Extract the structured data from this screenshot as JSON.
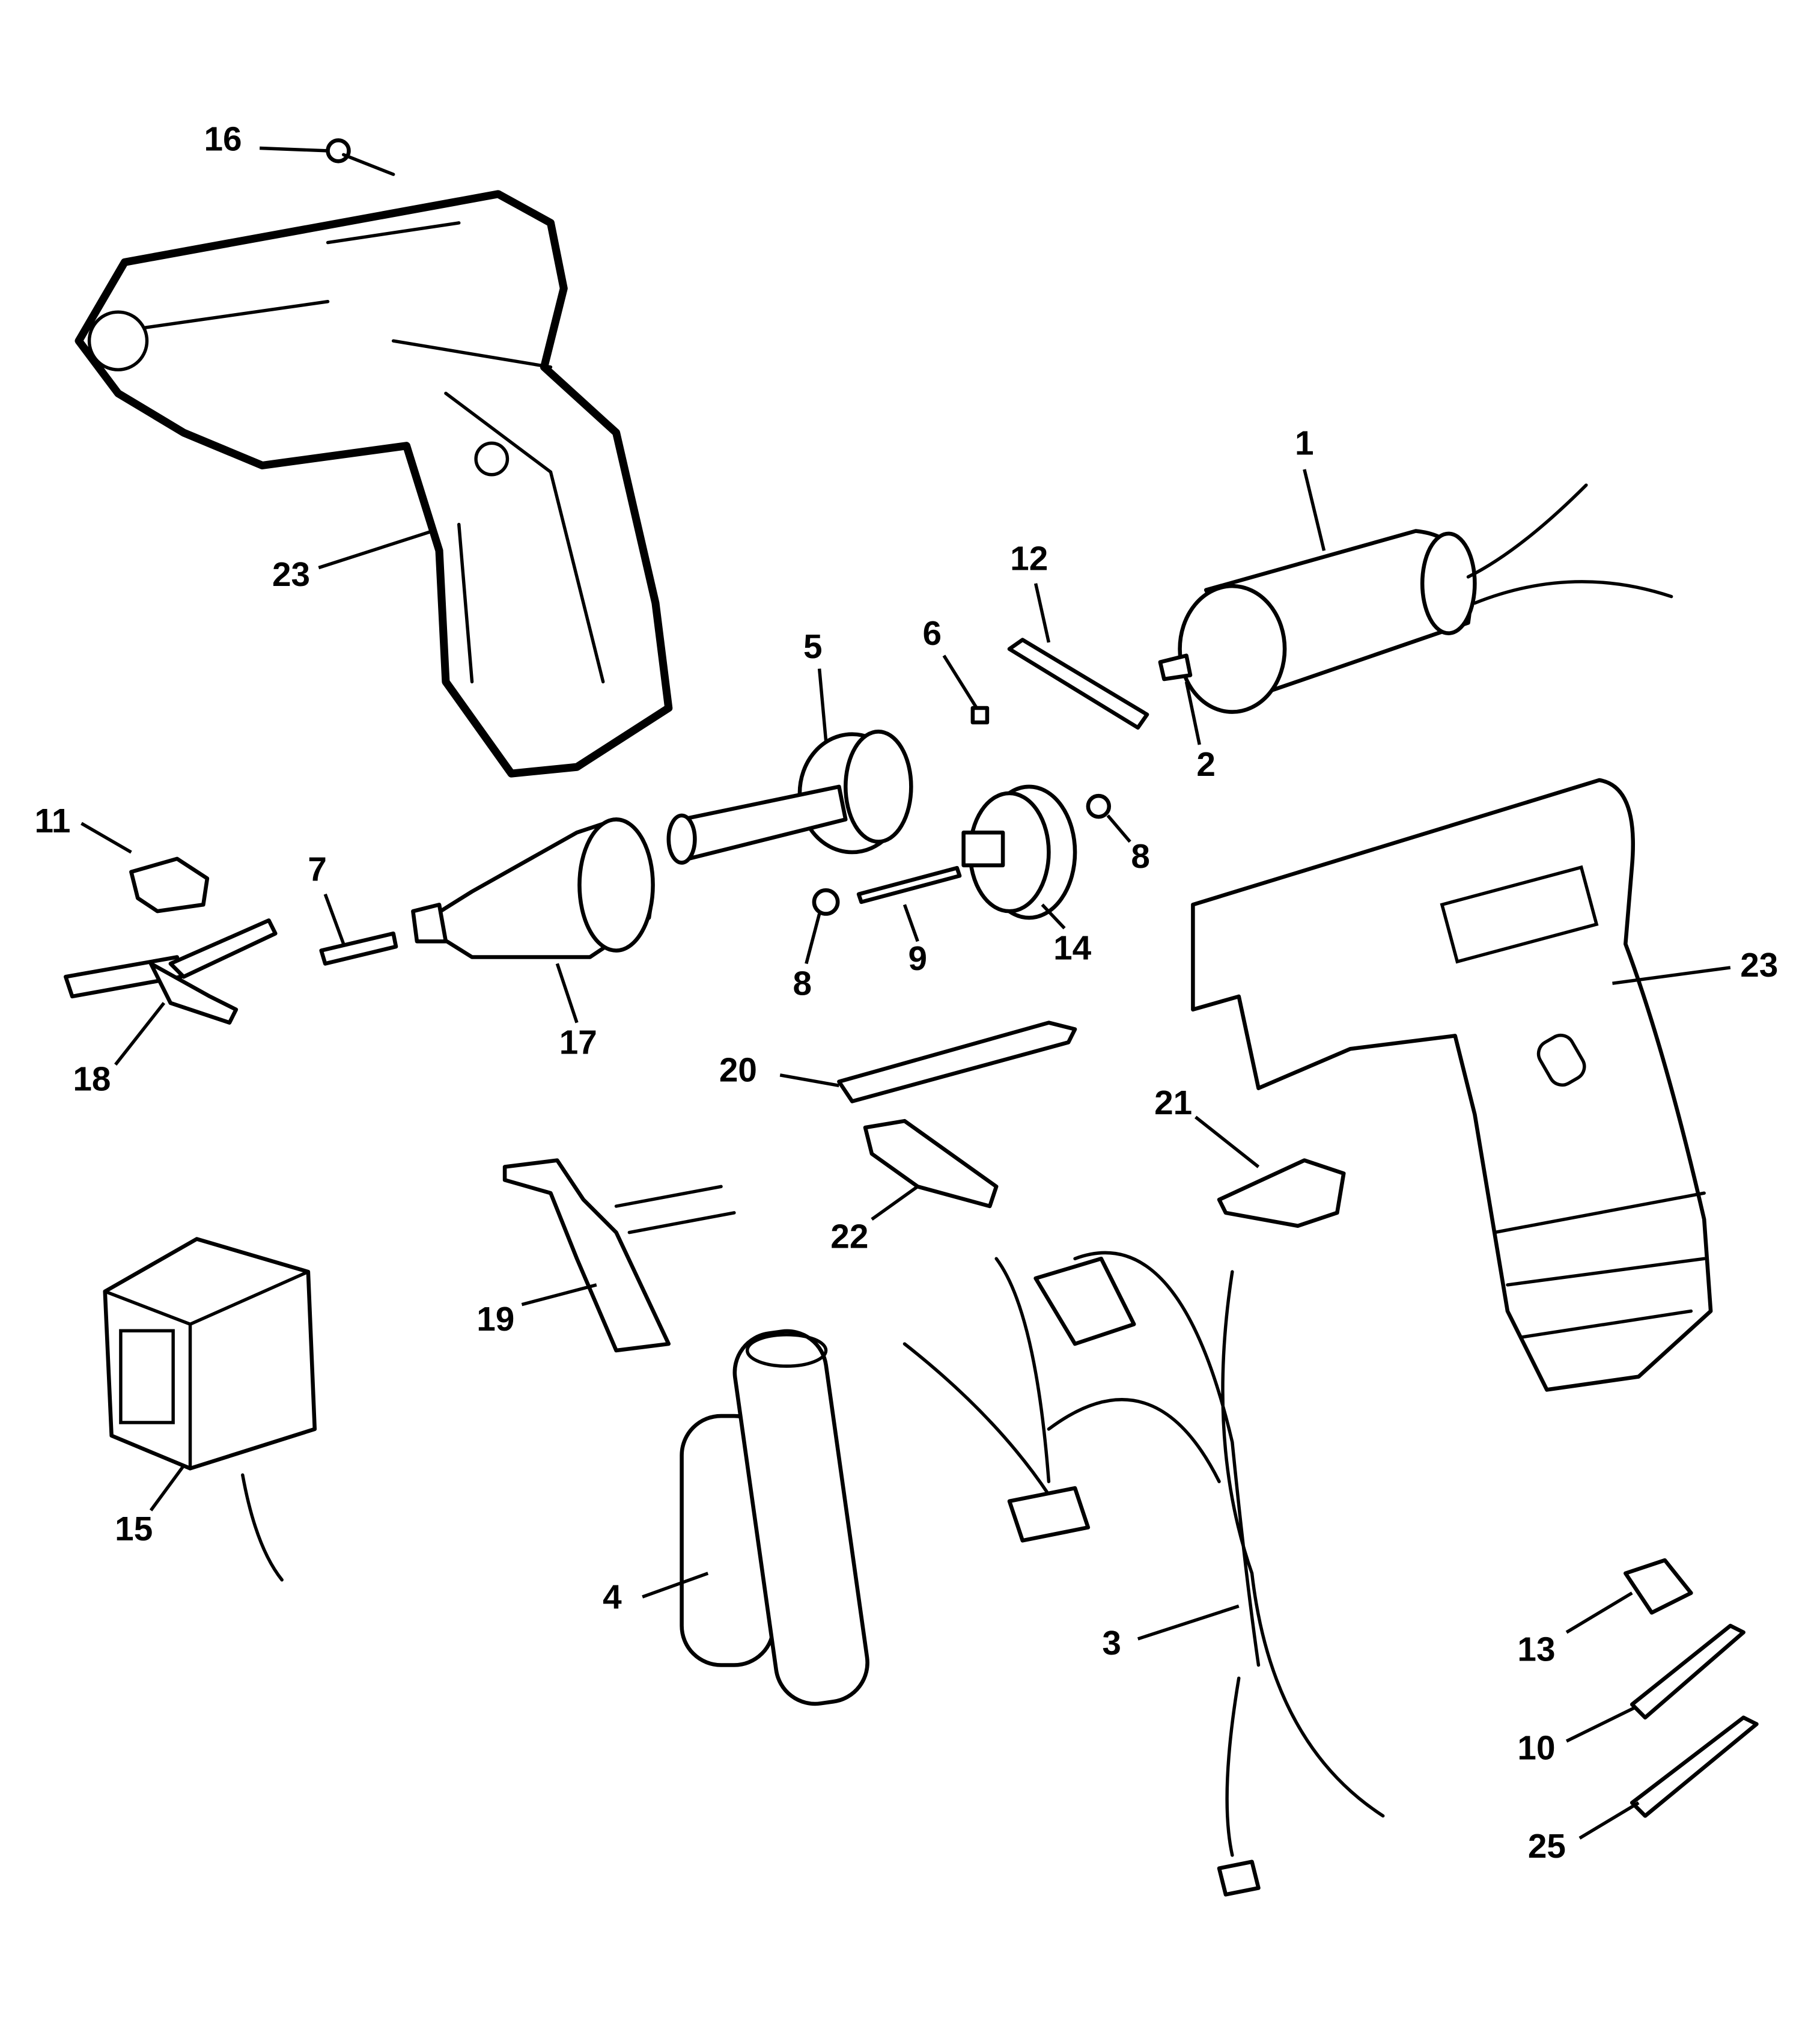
{
  "diagram": {
    "type": "exploded-parts-view",
    "labels": [
      "16",
      "23",
      "1",
      "12",
      "6",
      "5",
      "2",
      "11",
      "7",
      "8",
      "8",
      "9",
      "14",
      "23",
      "18",
      "17",
      "20",
      "21",
      "22",
      "19",
      "15",
      "4",
      "3",
      "13",
      "10",
      "25"
    ]
  }
}
